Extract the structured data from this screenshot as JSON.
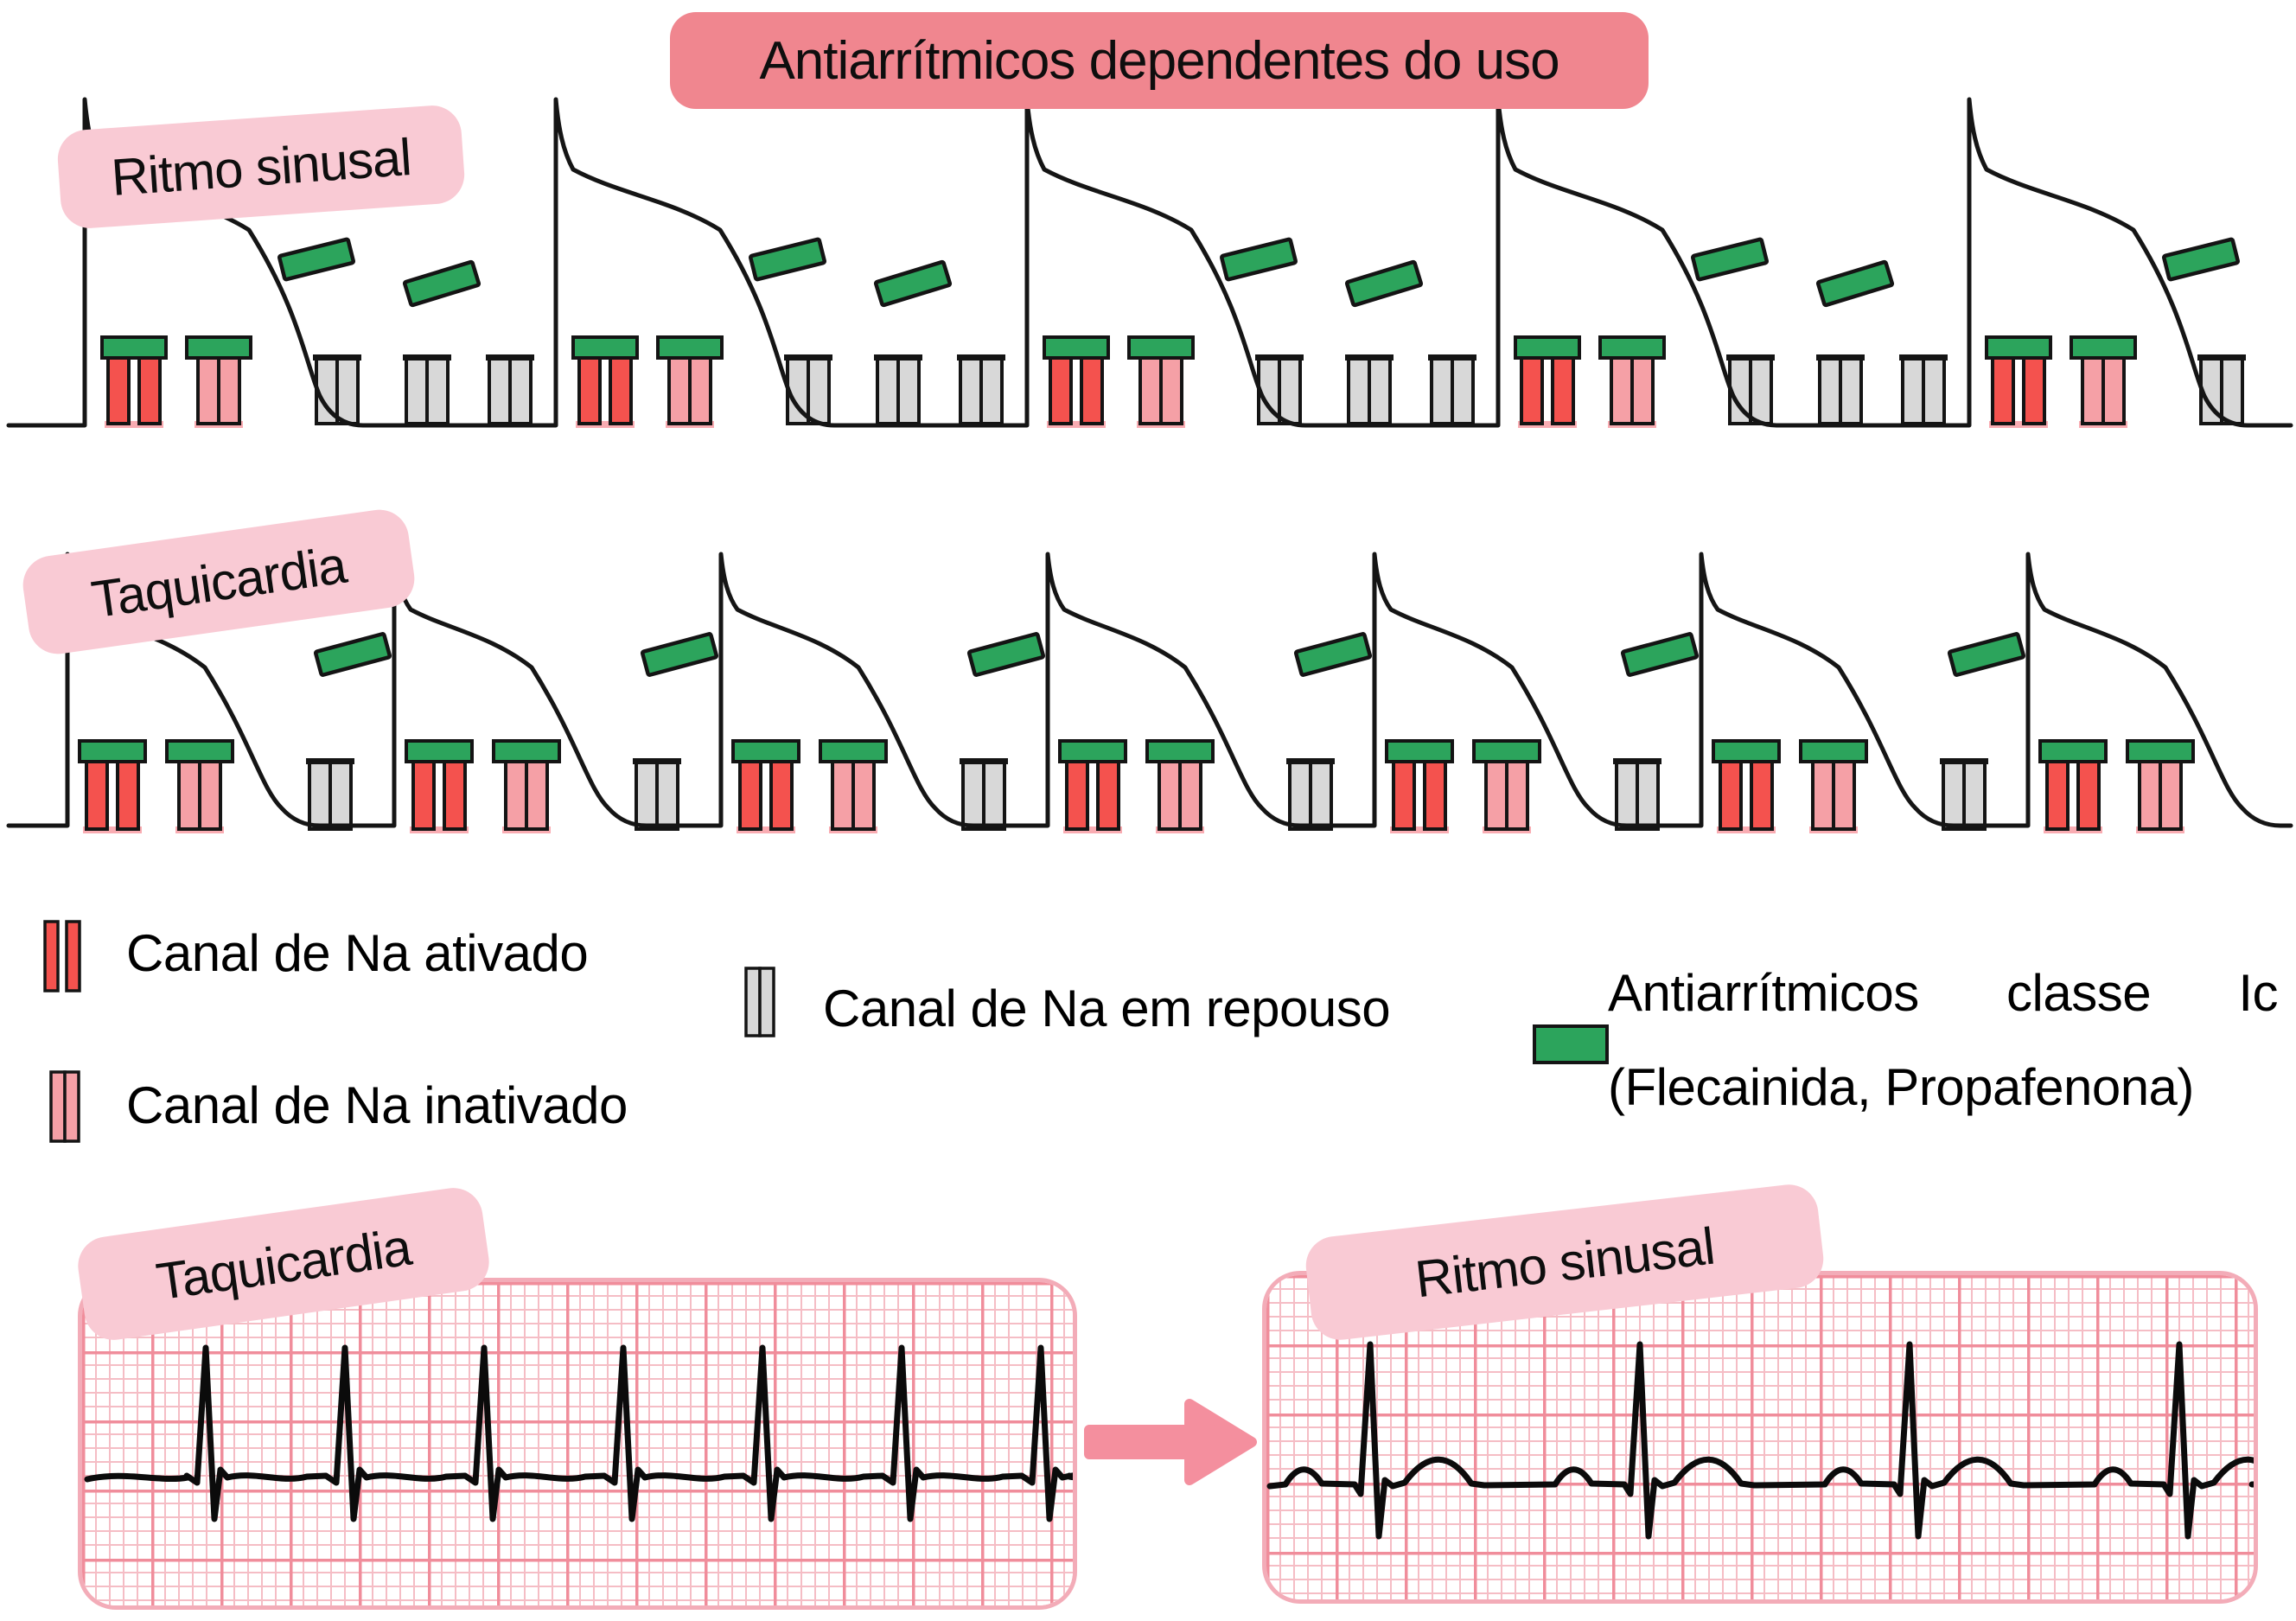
{
  "title": "Antiarrítmicos dependentes do uso",
  "colors": {
    "badge_title": "#F0868F",
    "badge_label": "#F9CAD4",
    "na_activated": "#F4524E",
    "na_inactivated": "#F5A0A6",
    "na_resting": "#D8D8D8",
    "drug_green": "#2CA45C",
    "outline": "#141414",
    "trace": "#151515",
    "shadow_pink": "#F9ACB2",
    "arrow": "#F48F9E",
    "ecg_border": "#F3ACB8",
    "ecg_grid_minor": "#F5BDC5",
    "ecg_grid_major": "#F08D9B",
    "ecg_trace": "#0b0b0b"
  },
  "ap_rows": [
    {
      "id": "sinus",
      "label": "Ritmo sinusal",
      "cycles": 5,
      "channel_states_per_cycle": [
        "activated",
        "inactivated",
        "resting",
        "resting",
        "resting"
      ],
      "drug_molecules_per_cycle": 2
    },
    {
      "id": "tachy",
      "label": "Taquicardia",
      "cycles": 7,
      "channel_states_per_cycle": [
        "activated",
        "inactivated",
        "resting"
      ],
      "drug_molecules_per_cycle": 1
    }
  ],
  "legend": [
    {
      "id": "activated",
      "label": "Canal de Na ativado",
      "icon": "na-channel-activated-icon"
    },
    {
      "id": "inactivated",
      "label": "Canal de Na inativado",
      "icon": "na-channel-inactivated-icon"
    },
    {
      "id": "resting",
      "label": "Canal de Na em repouso",
      "icon": "na-channel-resting-icon"
    },
    {
      "id": "class-ic",
      "label_line1": "Antiarrítmicos classe Ic",
      "label_line2": "(Flecainida, Propafenona)",
      "icon": "class-ic-drug-icon"
    }
  ],
  "ecg": {
    "before": {
      "label": "Taquicardia",
      "qrs_count": 7
    },
    "after": {
      "label": "Ritmo sinusal",
      "qrs_count": 4
    }
  }
}
